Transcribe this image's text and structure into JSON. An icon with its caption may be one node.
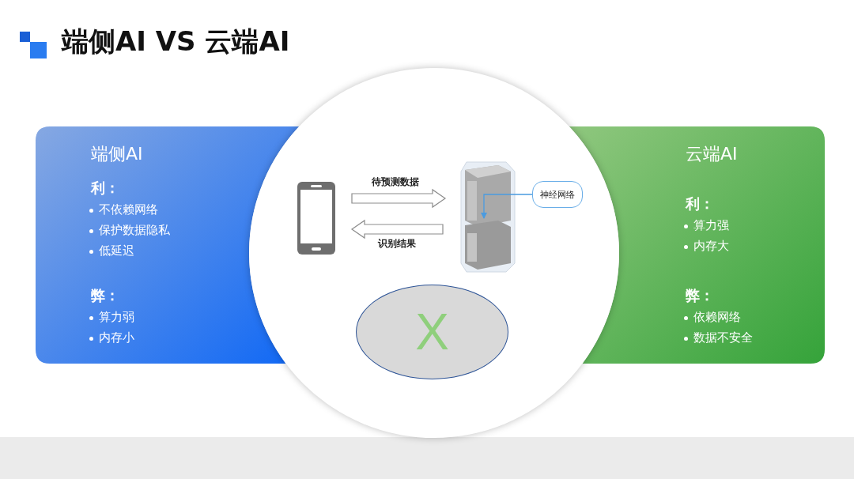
{
  "diagram": {
    "title": "端侧AI VS 云端AI",
    "nodes": [
      {
        "text": [
          "端侧AI",
          "利：",
          "不依赖网络",
          "保护数据隐私",
          "低延迟",
          "弊：",
          "算力弱",
          "内存小"
        ]
      },
      {
        "text": [
          "云端AI",
          "利：",
          "算力强",
          "内存大",
          "弊：",
          "依赖网络",
          "数据不安全"
        ]
      },
      {
        "text": [],
        "shape": "circle"
      },
      {
        "text": [],
        "shape": "phone",
        "in": 2
      },
      {
        "text": [],
        "shape": "server",
        "in": 2
      },
      {
        "text": [
          "神经网络"
        ],
        "in": 2
      },
      {
        "text": [
          "X"
        ],
        "in": 2
      }
    ],
    "edges": [
      {
        "from": 3,
        "to": 4,
        "arrow": "to",
        "label": "待预测数据"
      },
      {
        "from": 4,
        "to": 3,
        "arrow": "to",
        "label": "识别结果"
      },
      {
        "from": 5,
        "to": 4,
        "arrow": "to",
        "color": "#4a9be0"
      }
    ]
  }
}
